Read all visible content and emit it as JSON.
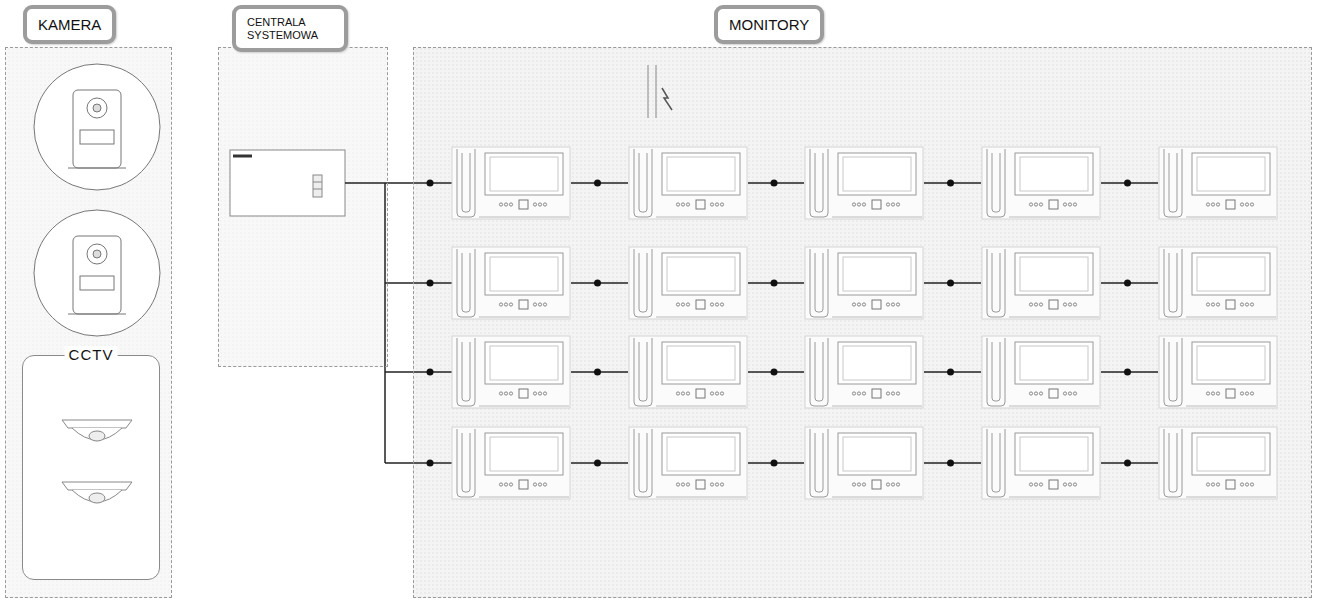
{
  "diagram": {
    "nodes": [
      {
        "text": [
          "KAMERA"
        ]
      },
      {
        "text": [
          "CENTRALA SYSTEMOWA"
        ]
      },
      {
        "text": [
          "MONITORY"
        ]
      },
      {
        "text": [
          "CCTV"
        ],
        "in": 0
      }
    ],
    "edges": [
      {
        "from": 1,
        "to": 2,
        "arrow": "none"
      }
    ]
  }
}
